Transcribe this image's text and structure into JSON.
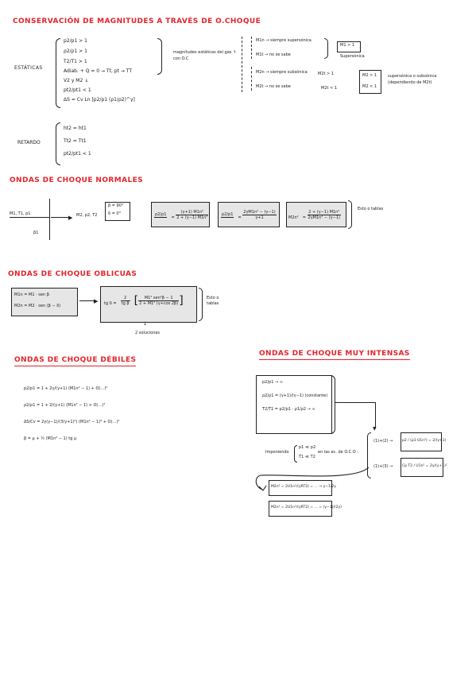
{
  "titles": {
    "conservacion": "CONSERVACIÓN DE MAGNITUDES A TRAVÉS DE O.CHOQUE",
    "normales": "ONDAS DE CHOQUE NORMALES",
    "oblicuas": "ONDAS DE CHOQUE OBLICUAS",
    "debiles": "ONDAS DE CHOQUE DÉBILES",
    "intensas": "ONDAS DE CHOQUE MUY INTENSAS"
  },
  "conservacion": {
    "estaticas_label": "ESTÁTICAS",
    "retardo_label": "RETARDO",
    "estaticas_items": [
      "p2/p1 > 1",
      "ρ2/ρ1 > 1",
      "T2/T1 > 1",
      "Adiab. + Q = 0 → Tt, pt → TT",
      "V2 y M2 ↓",
      "pt2/pt1 < 1",
      "ΔS = Cv Ln [p2/p1 (ρ1/ρ2)^γ]"
    ],
    "mag_estaticas_note": "magnitudes estáticas del gas ↑ con O.C",
    "retardo_items": [
      "ht2 = ht1",
      "Tt2 = Tt1",
      "pt2/pt1 < 1"
    ],
    "m1n_super": "M1n → siempre supersónica",
    "m1t_nose": "M1t → no se sabe",
    "m1_supersonica": "M1 > 1",
    "supersonica_word": "Supersónica",
    "m2n_sub": "M2n → siempre subsónica",
    "m2t_nose": "M2t → no se sabe",
    "m2t_gt": "M2t > 1",
    "m2t_lt": "M2t < 1",
    "m2_gt": "M2 > 1",
    "m2_lt": "M2 < 1",
    "dependiendo_note": "supersónica o subsónica (dependiendo de M2t)"
  },
  "normales": {
    "upstream_label": "M1, T1, p1",
    "downstream_label": "M2, p2, T2",
    "beta_label": "β1",
    "angles": [
      "β = 90°",
      "δ = 0°"
    ],
    "eq1_lhs": "ρ2/ρ1",
    "eq1_num": "(γ+1) M1n²",
    "eq1_den": "2 + (γ−1) M1n²",
    "eq2_lhs": "p2/p1",
    "eq2_num": "2γM1n² − (γ−1)",
    "eq2_den": "γ+1",
    "eq3_lhs": "M2n²",
    "eq3_num": "2 + (γ−1) M1n²",
    "eq3_den": "2γM1n² − (γ−1)",
    "note": "Esto o tablas"
  },
  "oblicuas": {
    "m1n": "M1n = M1 · sen β",
    "m2n": "M2n = M2 · sen (β − δ)",
    "tgd_lhs": "tg δ =",
    "tgd_frac_num": "2",
    "tgd_frac_den": "tg β",
    "tgd_br_num": "M1² sen²β − 1",
    "tgd_br_den": "2 + M1² (γ+cos 2β)",
    "note": "Esto o tablas",
    "soluciones": "2 soluciones"
  },
  "debiles": {
    "eq1": "p2/p1 = 1 + 2γ/(γ+1) (M1n² − 1) + O(…)²",
    "eq2": "ρ2/ρ1 = 1 + 2/(γ+1) (M1n² − 1) + O(…)²",
    "eq3": "ΔS/Cv = 2γ(γ−1)/(3(γ+1)²) (M1n² − 1)³ + O(…)⁴",
    "eq4": "β = μ + ½ (M1n² − 1) tg μ"
  },
  "intensas": {
    "i1": "p2/p1 → ∞",
    "i2": "ρ2/ρ1 = (γ+1)/(γ−1) (constante)",
    "i3": "T2/T1 = p2/p1 · ρ1/ρ2 → ∞",
    "imponiendo": "Imponiendo",
    "cond": [
      "p1 ≪ p2",
      "T1 ≪ T2"
    ],
    "en_ec": "en las ec. de O.C.O :",
    "r1_label": "(1)+(2) →",
    "r1": "p2 / (ρ1 U1n²) = 2/(γ+1)",
    "r2_label": "(1)+(3) →",
    "r2": "Cp T2 / U1n² = 2γ/(γ+1)²",
    "b1": "M2n² = 2U1n²/(γRT2) = … → γ−1/2γ",
    "b2": "M2n² = 2U1n²/(γRT2) = … = (γ−1)/(2γ)"
  }
}
